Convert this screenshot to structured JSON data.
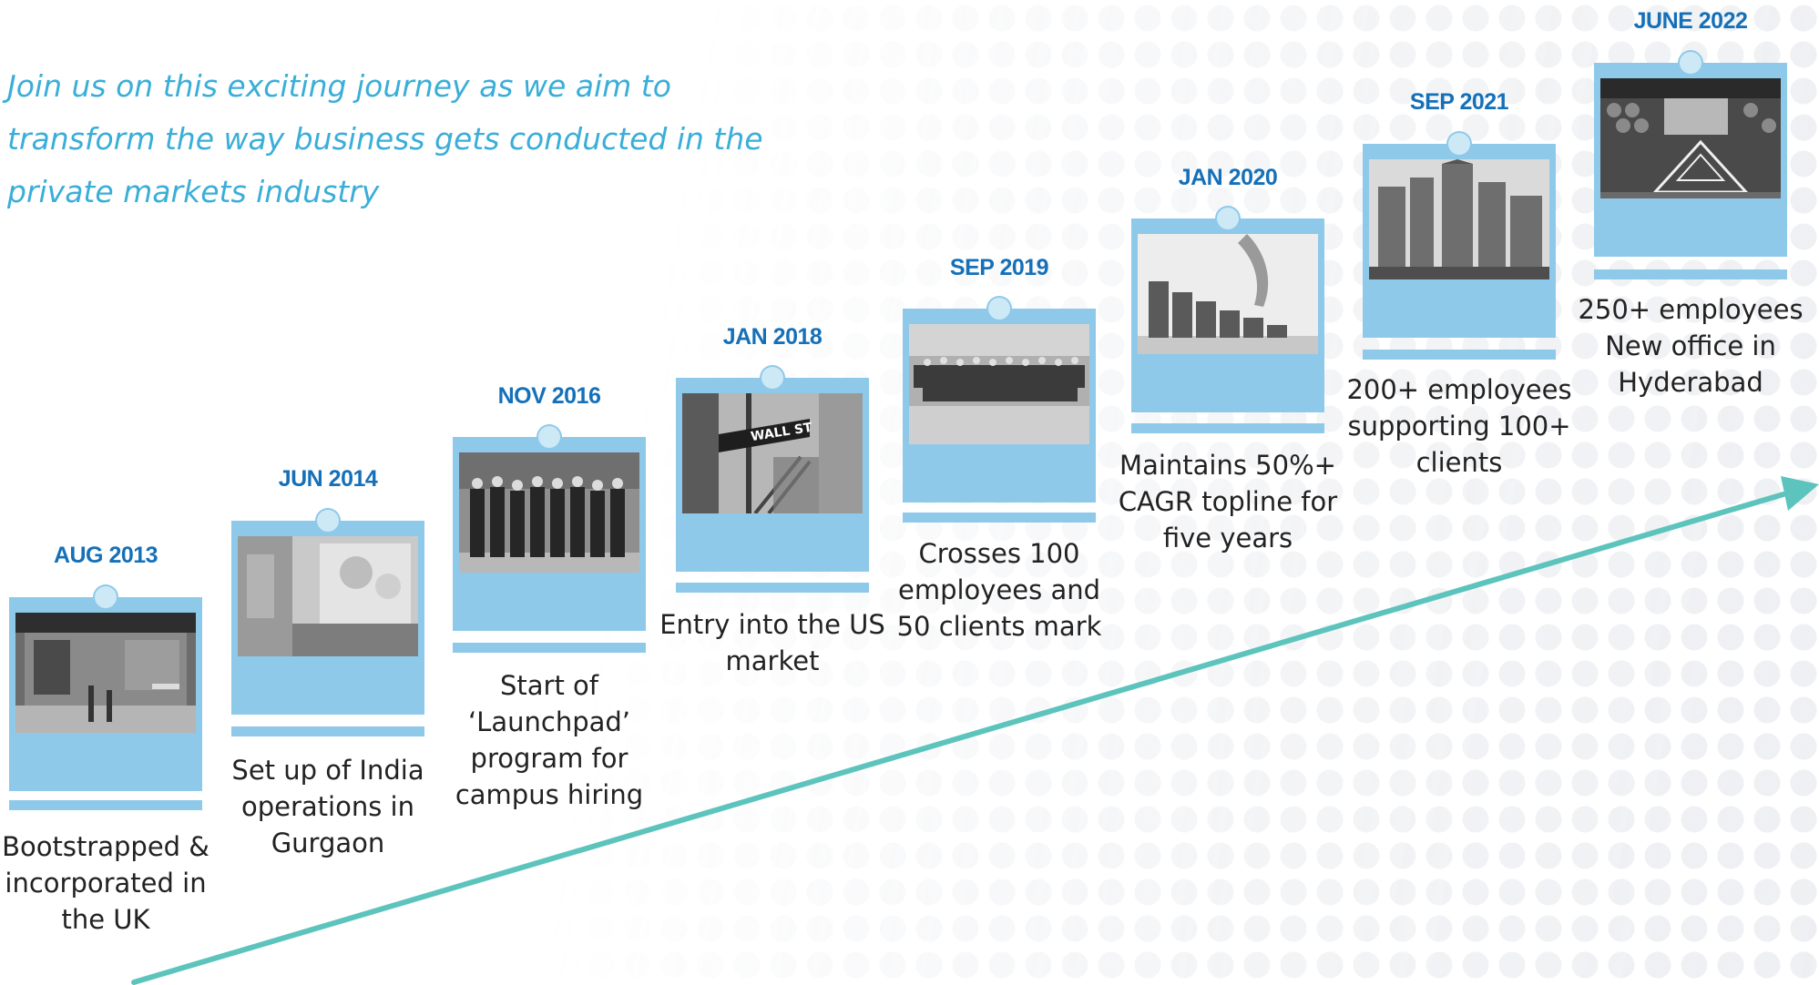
{
  "tagline": "Join us on this exciting journey as we aim to transform the way business gets conducted in the private markets industry",
  "colors": {
    "tagline": "#3aaed8",
    "date": "#1570b8",
    "card": "#8ec9ea",
    "arrow": "#5cc4bc",
    "text": "#222222"
  },
  "milestones": [
    {
      "date": "AUG 2013",
      "description": "Bootstrapped & incorporated in the UK",
      "photo": "garage-photo"
    },
    {
      "date": "JUN 2014",
      "description": "Set up of India operations in Gurgaon",
      "photo": "office-reception-photo"
    },
    {
      "date": "NOV 2016",
      "description": "Start of ‘Launchpad’ program for campus hiring",
      "photo": "group-photo"
    },
    {
      "date": "JAN 2018",
      "description": "Entry into the US market",
      "photo": "wall-street-sign-photo"
    },
    {
      "date": "SEP 2019",
      "description": "Crosses 100 employees and 50 clients mark",
      "photo": "large-group-photo"
    },
    {
      "date": "JAN 2020",
      "description": "Maintains 50%+ CAGR topline for five years",
      "photo": "coin-stacks-photo"
    },
    {
      "date": "SEP 2021",
      "description": "200+ employees supporting 100+ clients",
      "photo": "skyscrapers-photo"
    },
    {
      "date": "JUNE 2022",
      "description": "250+ employees New office in Hyderabad",
      "photo": "hyderabad-office-photo"
    }
  ]
}
